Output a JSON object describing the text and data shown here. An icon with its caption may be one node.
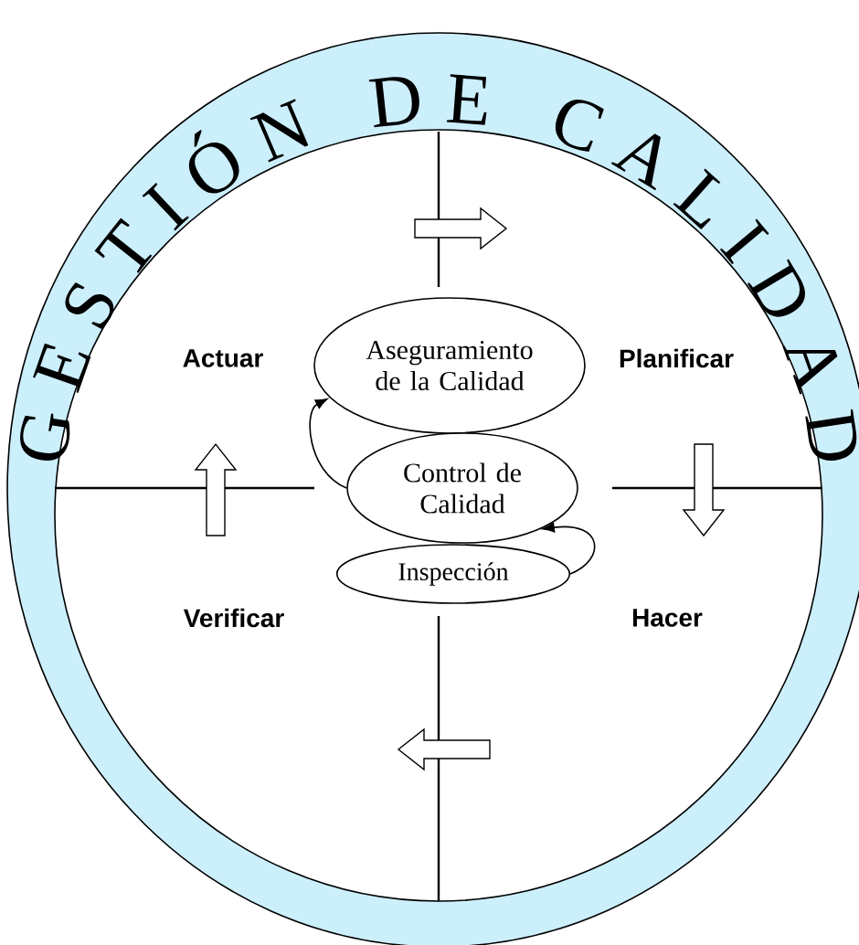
{
  "diagram": {
    "title": "GESTIÓN DE CALIDAD",
    "nodes": [
      {
        "text": [
          "Aseguramiento de la Calidad"
        ]
      },
      {
        "text": [
          "Control de Calidad"
        ]
      },
      {
        "text": [
          "Inspección"
        ]
      }
    ],
    "edges": [
      {
        "from": 1,
        "to": 0,
        "arrow": "to"
      },
      {
        "from": 2,
        "to": 1,
        "arrow": "to"
      }
    ],
    "labels": [
      "Actuar",
      "Planificar",
      "Verificar",
      "Hacer"
    ]
  }
}
